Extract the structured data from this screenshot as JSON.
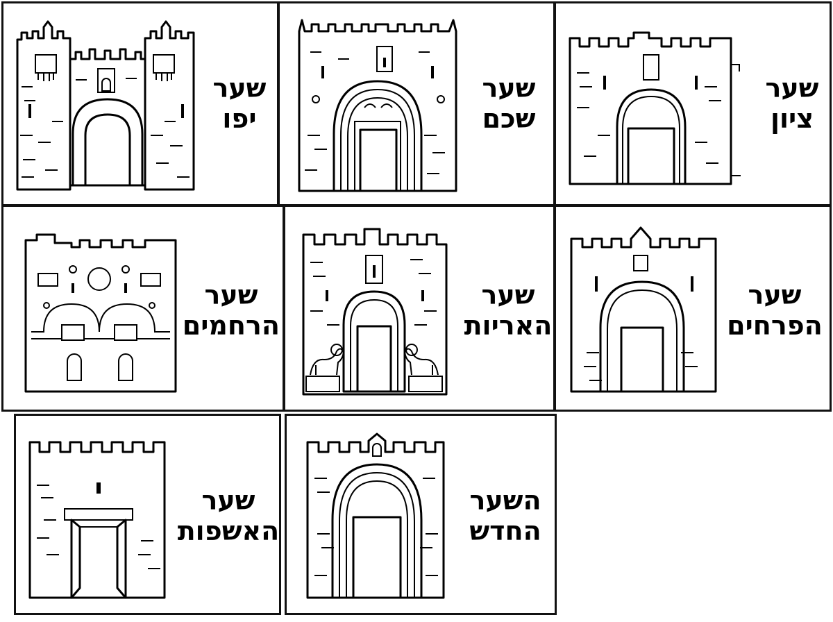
{
  "gates": [
    {
      "id": "jaffa",
      "line1": "שער",
      "line2": "יפו",
      "icon": "jaffa-gate-icon"
    },
    {
      "id": "shechem",
      "line1": "שער",
      "line2": "שכם",
      "icon": "damascus-gate-icon"
    },
    {
      "id": "zion",
      "line1": "שער",
      "line2": "ציון",
      "icon": "zion-gate-icon"
    },
    {
      "id": "mercy",
      "line1": "שער",
      "line2": "הרחמים",
      "icon": "golden-gate-icon"
    },
    {
      "id": "lions",
      "line1": "שער",
      "line2": "האריות",
      "icon": "lions-gate-icon"
    },
    {
      "id": "flowers",
      "line1": "שער",
      "line2": "הפרחים",
      "icon": "herods-gate-icon"
    },
    {
      "id": "dung",
      "line1": "שער",
      "line2": "האשפות",
      "icon": "dung-gate-icon"
    },
    {
      "id": "new",
      "line1": "השער",
      "line2": "החדש",
      "icon": "new-gate-icon"
    }
  ],
  "colors": {
    "line": "#000000",
    "background": "#ffffff"
  }
}
